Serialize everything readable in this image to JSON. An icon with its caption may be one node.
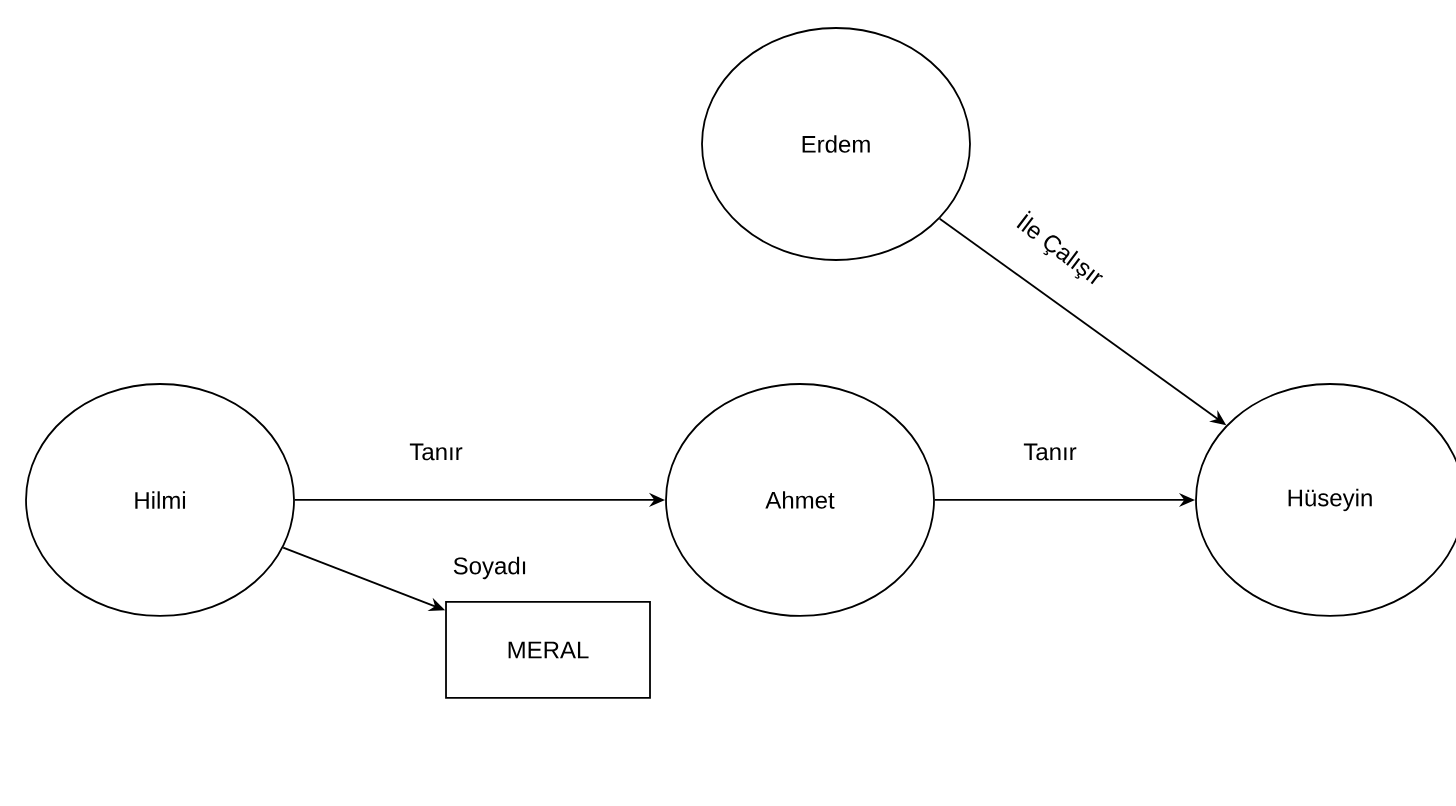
{
  "diagram": {
    "nodes": [
      {
        "text": [
          "Erdem"
        ]
      },
      {
        "text": [
          "Hilmi"
        ]
      },
      {
        "text": [
          "Ahmet"
        ]
      },
      {
        "text": [
          "Hüseyin"
        ]
      },
      {
        "text": [
          "MERAL"
        ]
      }
    ],
    "edges": [
      {
        "from": 1,
        "to": 2,
        "arrow": "to",
        "label": "Tanır"
      },
      {
        "from": 2,
        "to": 3,
        "arrow": "to",
        "label": "Tanır"
      },
      {
        "from": 0,
        "to": 3,
        "arrow": "to",
        "label": "İle Çalışır"
      },
      {
        "from": 1,
        "to": 4,
        "arrow": "to",
        "label": "Soyadı"
      }
    ]
  }
}
